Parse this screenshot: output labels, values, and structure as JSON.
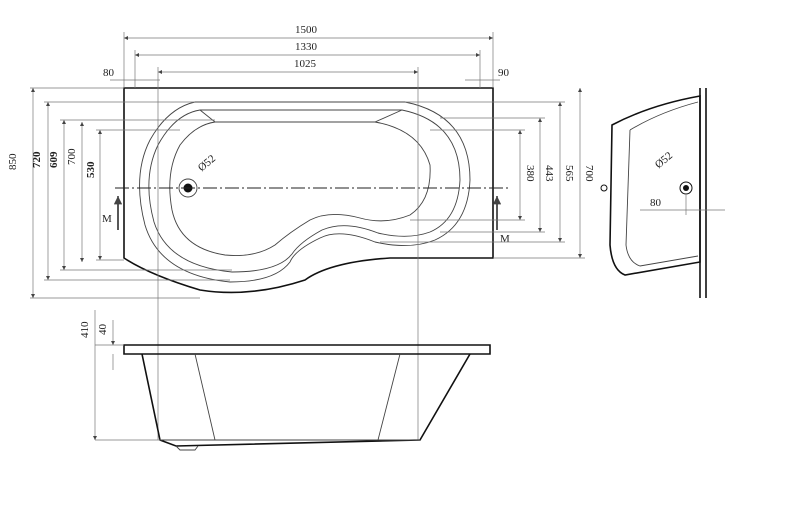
{
  "top_dims": {
    "overall": "1500",
    "inner": "1330",
    "basin": "1025",
    "left_offset": "80",
    "right_offset": "90"
  },
  "left_dims": {
    "d850": "850",
    "d720": "720",
    "d609": "609",
    "d700": "700",
    "d530": "530"
  },
  "right_dims": {
    "d380": "380",
    "d443": "443",
    "d565": "565",
    "d700": "700"
  },
  "section_marks": {
    "left": "M",
    "right": "M"
  },
  "drain": {
    "diameter_top": "Ø52",
    "diameter_side": "Ø52",
    "side_offset": "80"
  },
  "front_dims": {
    "height": "410",
    "rim": "40"
  }
}
